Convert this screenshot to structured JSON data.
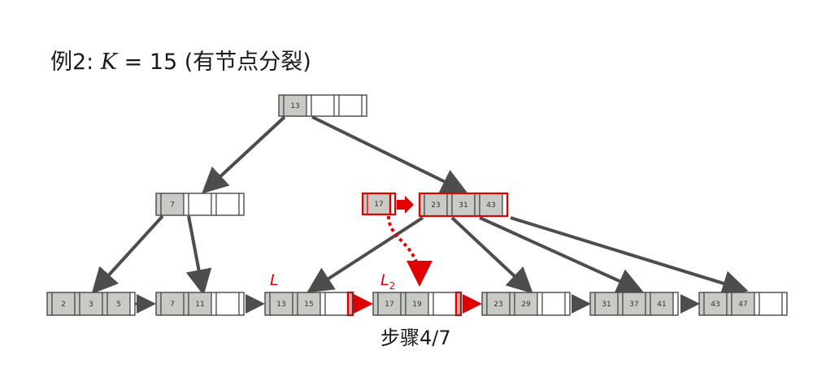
{
  "title": {
    "prefix": "例2: ",
    "var": "K",
    "rest": " = 15 (有节点分裂)"
  },
  "step_label": "步骤4/7",
  "colors": {
    "node_fill": "#c8cac6",
    "edge": "#4d4d4d",
    "highlight": "#e00000"
  },
  "nodes": {
    "root": [
      "13"
    ],
    "inner_left": [
      "7"
    ],
    "split_key": [
      "17"
    ],
    "inner_right": [
      "23",
      "31",
      "43"
    ],
    "leaf_1": [
      "2",
      "3",
      "5"
    ],
    "leaf_2": [
      "7",
      "11"
    ],
    "leaf_L": [
      "13",
      "15"
    ],
    "leaf_L2": [
      "17",
      "19"
    ],
    "leaf_5": [
      "23",
      "29"
    ],
    "leaf_6": [
      "31",
      "37",
      "41"
    ],
    "leaf_7": [
      "43",
      "47"
    ]
  },
  "labels": {
    "L": "L",
    "L2": "L",
    "L2_sub": "2"
  }
}
